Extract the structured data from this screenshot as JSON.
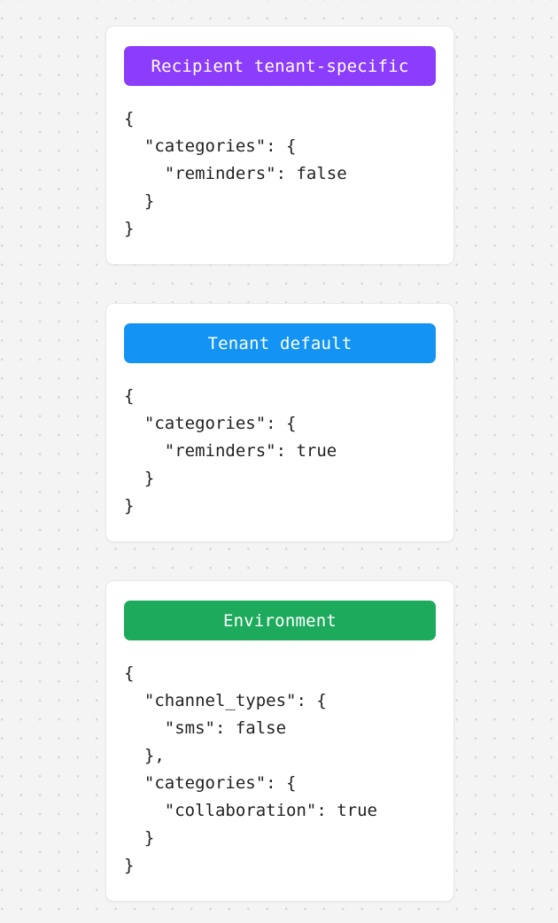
{
  "page": {
    "background_color": "#f4f4f4",
    "dot_color": "#d3d3d3",
    "card_background": "#ffffff"
  },
  "cards": [
    {
      "header_label": "Recipient tenant-specific",
      "header_color": "#8c3dfb",
      "header_text_color": "#ffffff",
      "code": "{\n  \"categories\": {\n    \"reminders\": false\n  }\n}"
    },
    {
      "header_label": "Tenant default",
      "header_color": "#1394f5",
      "header_text_color": "#ffffff",
      "code": "{\n  \"categories\": {\n    \"reminders\": true\n  }\n}"
    },
    {
      "header_label": "Environment",
      "header_color": "#1daa5c",
      "header_text_color": "#ffffff",
      "code": "{\n  \"channel_types\": {\n    \"sms\": false\n  },\n  \"categories\": {\n    \"collaboration\": true\n  }\n}"
    }
  ]
}
